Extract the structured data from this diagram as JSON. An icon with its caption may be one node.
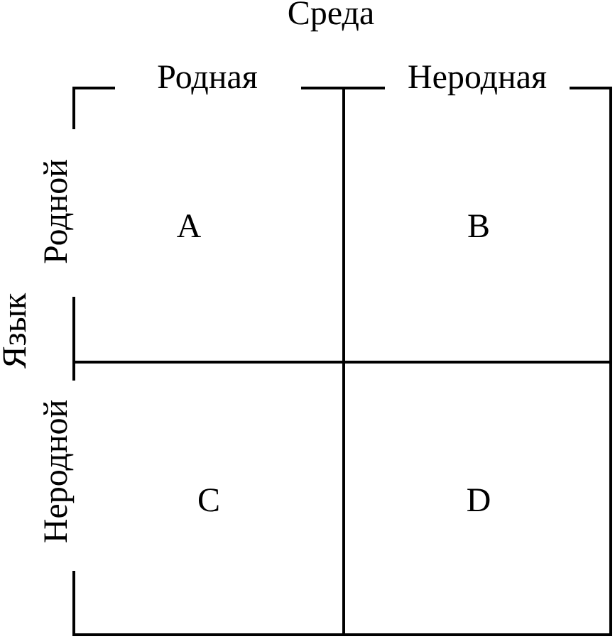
{
  "diagram": {
    "nodes": [
      {
        "text": [
          "A"
        ]
      },
      {
        "text": [
          "B"
        ]
      },
      {
        "text": [
          "C"
        ]
      },
      {
        "text": [
          "D"
        ]
      }
    ],
    "labels": [
      "Среда",
      "Родная",
      "Неродная",
      "Язык",
      "Родной",
      "Неродной"
    ]
  }
}
